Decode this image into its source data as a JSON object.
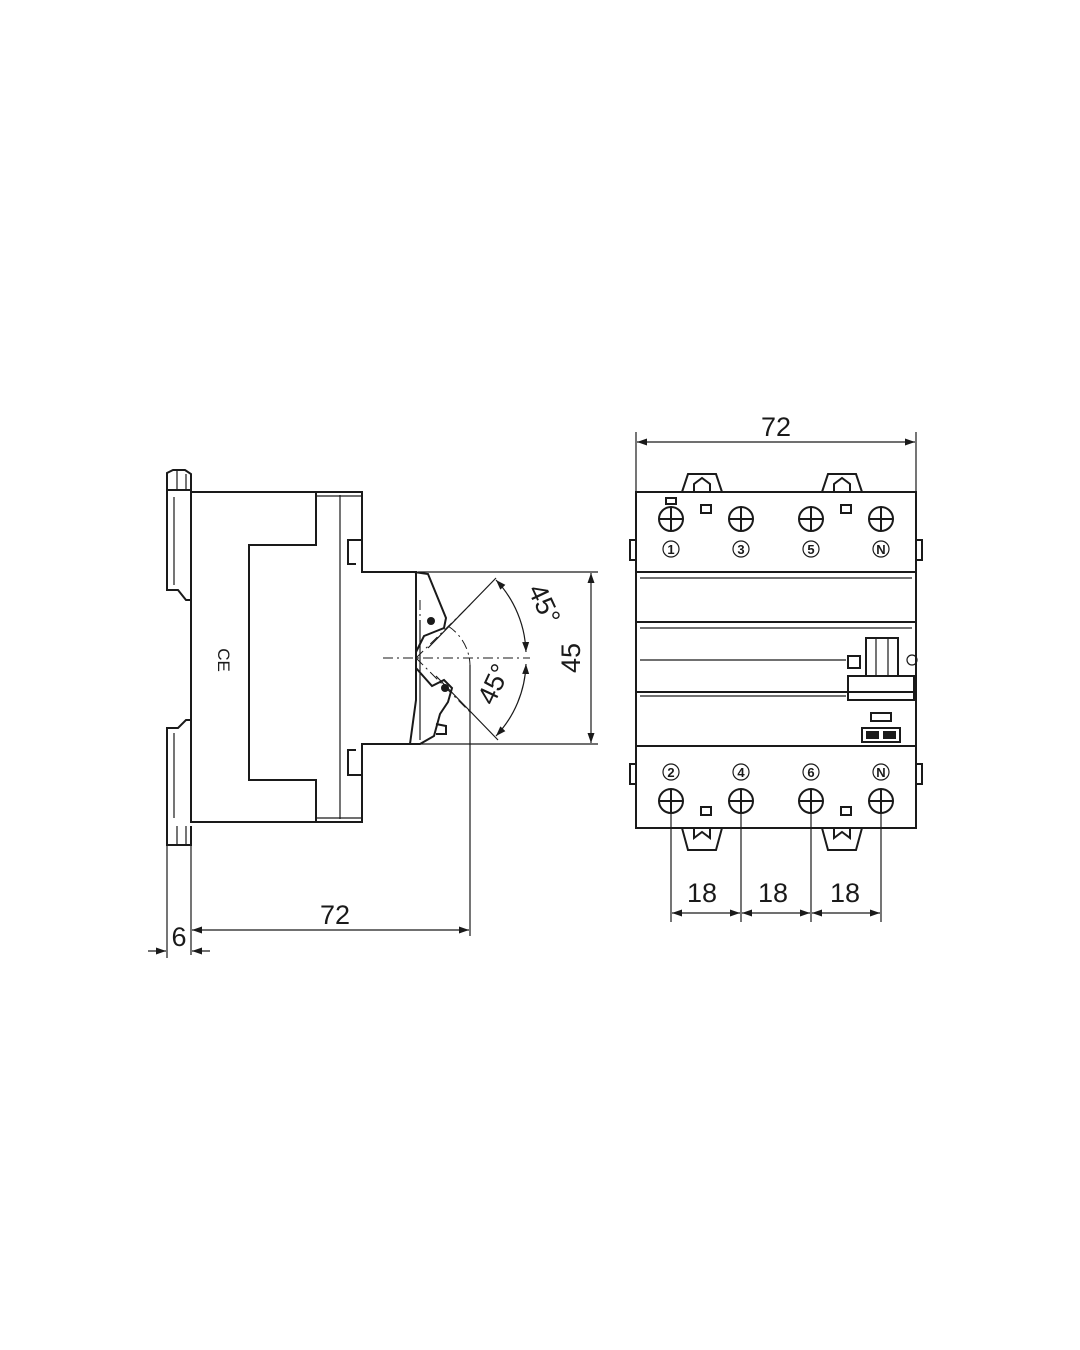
{
  "side_view": {
    "mark": "CE",
    "dim_width": "72",
    "dim_offset": "6",
    "dim_height": "45",
    "angle_upper": "45°",
    "angle_lower": "45°"
  },
  "front_view": {
    "dim_width": "72",
    "pitch_labels": [
      "18",
      "18",
      "18"
    ],
    "top_terminals": [
      "1",
      "3",
      "5",
      "N"
    ],
    "bottom_terminals": [
      "2",
      "4",
      "6",
      "N"
    ]
  },
  "colors": {
    "line": "#1a1a1a",
    "background": "#ffffff"
  }
}
